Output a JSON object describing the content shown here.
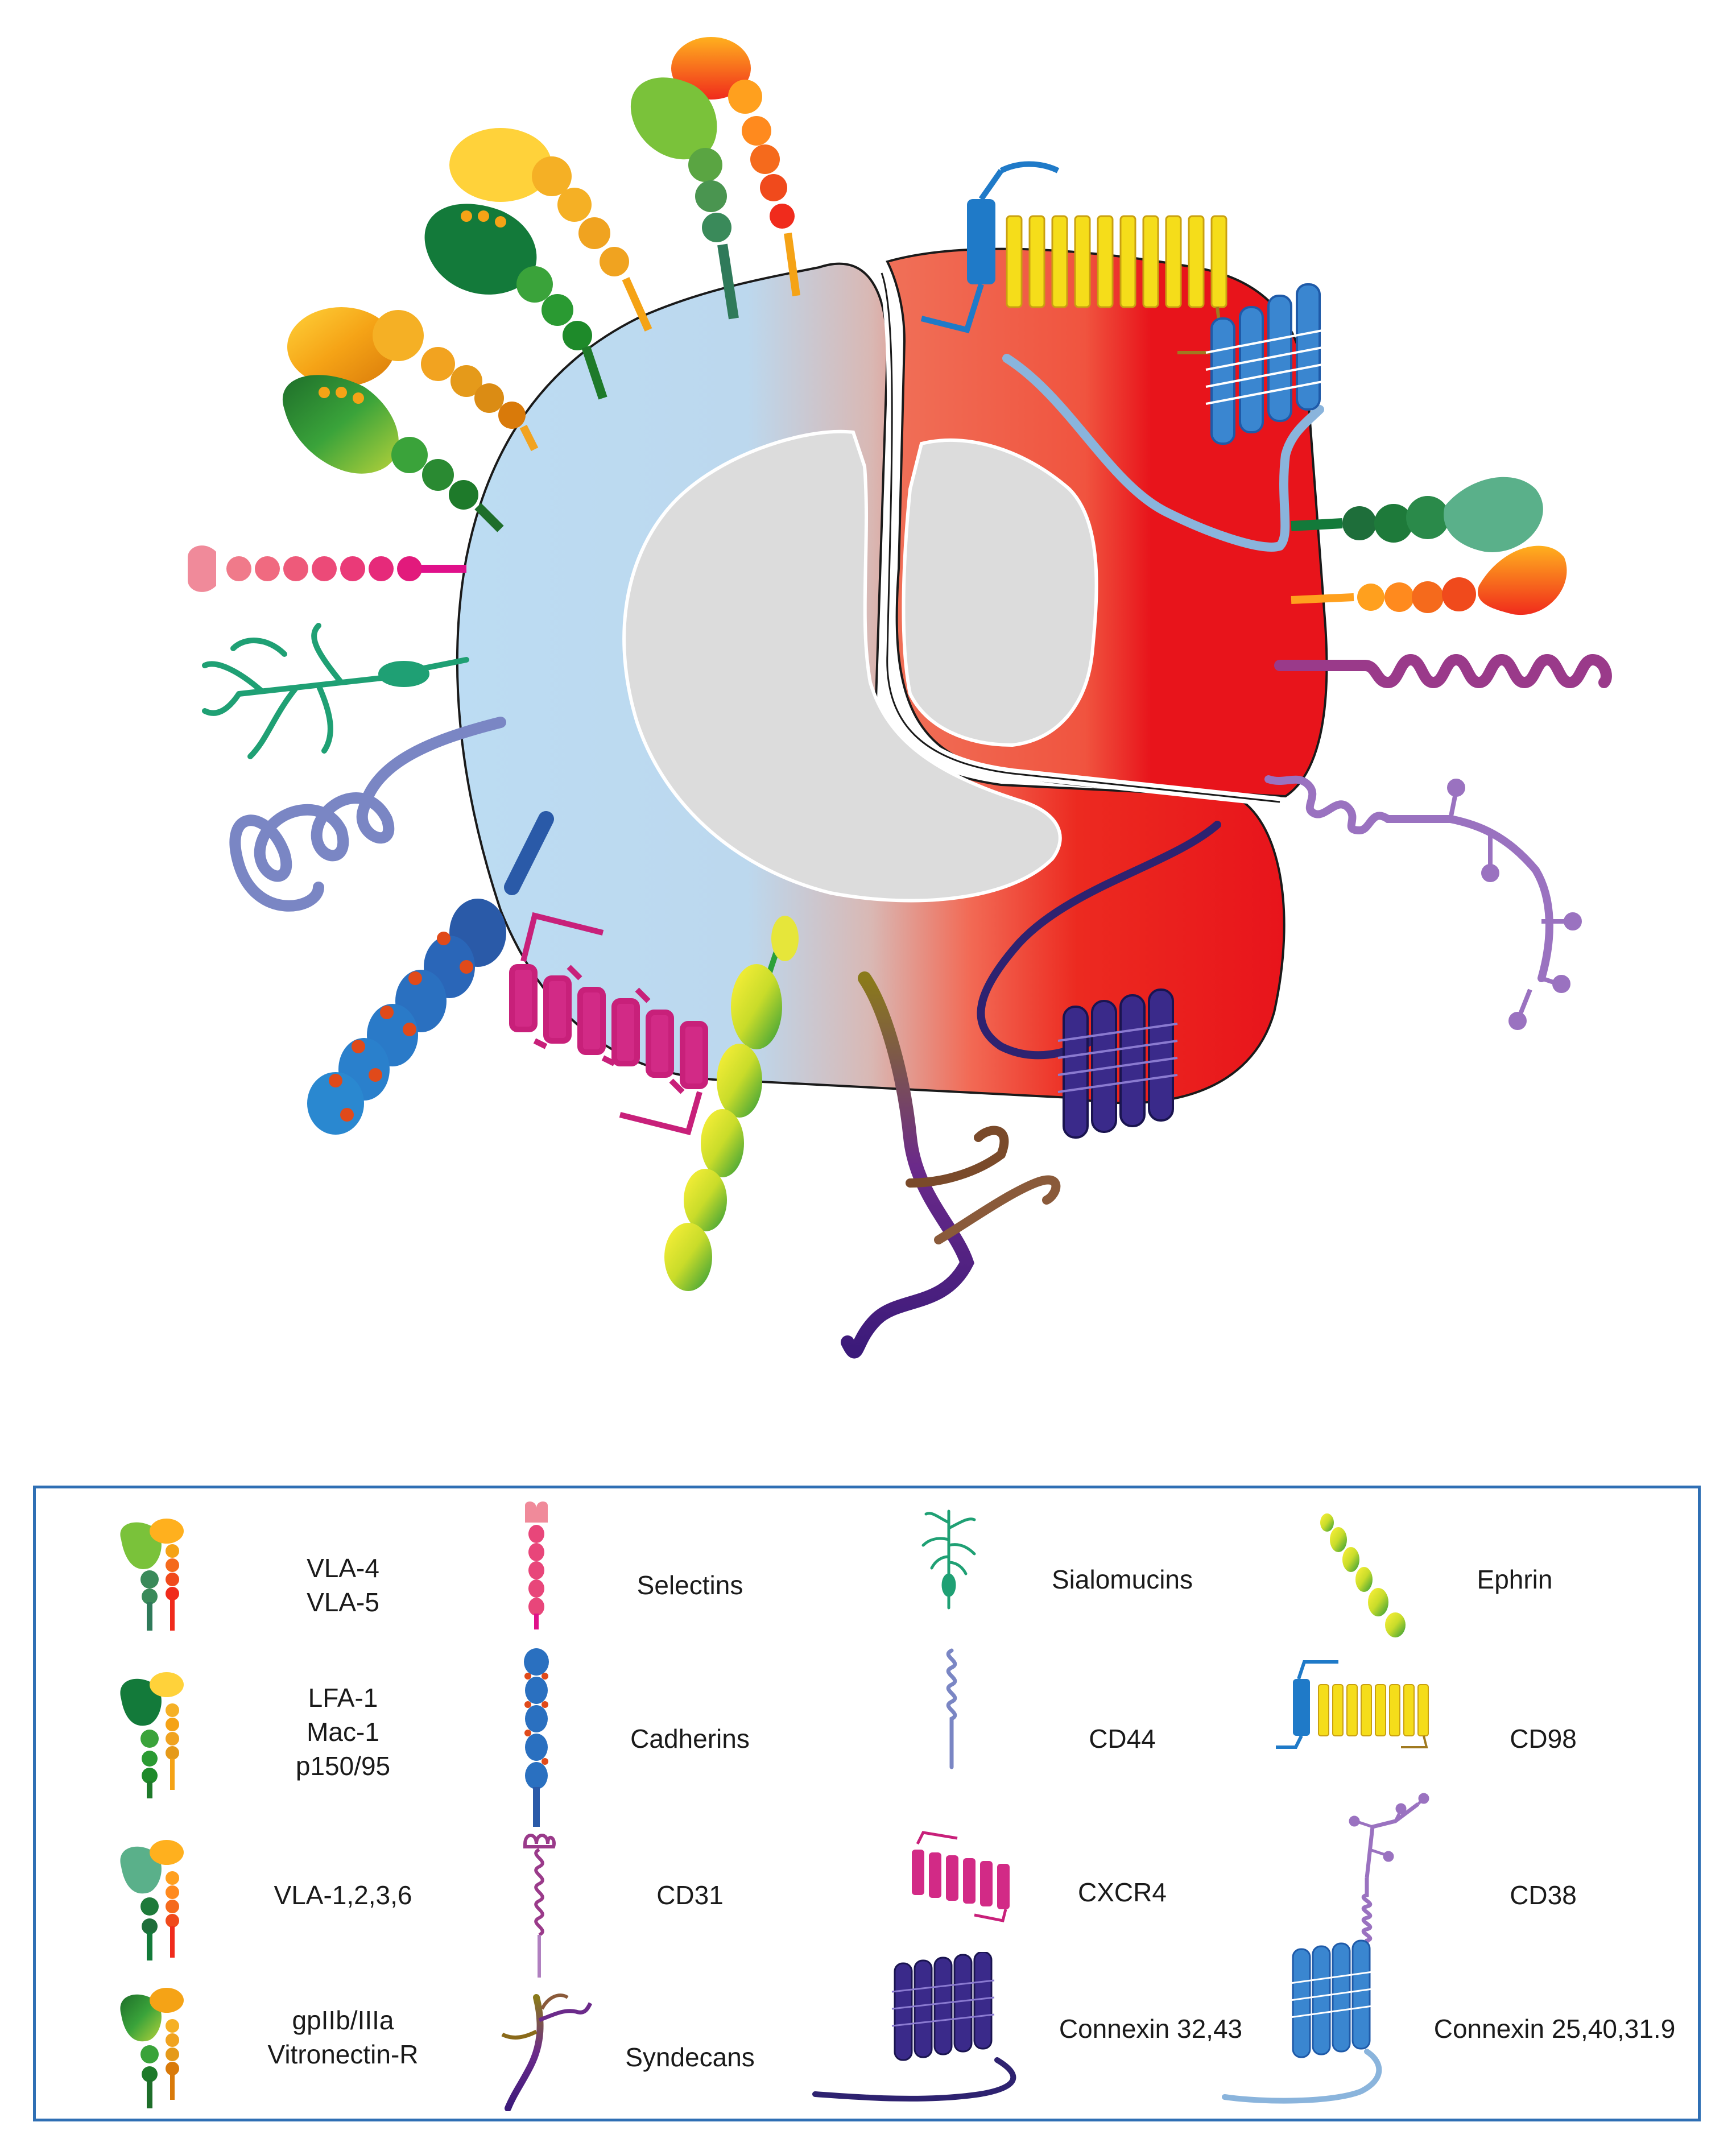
{
  "legend": {
    "items": [
      {
        "id": "vla45",
        "lines": [
          "VLA-4",
          "VLA-5"
        ]
      },
      {
        "id": "lfa",
        "lines": [
          "LFA-1",
          "Mac-1",
          "p150/95"
        ]
      },
      {
        "id": "vla1236",
        "lines": [
          "VLA-1,2,3,6"
        ]
      },
      {
        "id": "gpiib",
        "lines": [
          "gpIIb/IIIa",
          "Vitronectin-R"
        ]
      },
      {
        "id": "selectins",
        "lines": [
          "Selectins"
        ]
      },
      {
        "id": "cadherins",
        "lines": [
          "Cadherins"
        ]
      },
      {
        "id": "cd31",
        "lines": [
          "CD31"
        ]
      },
      {
        "id": "syndecans",
        "lines": [
          "Syndecans"
        ]
      },
      {
        "id": "sialomucins",
        "lines": [
          "Sialomucins"
        ]
      },
      {
        "id": "cd44",
        "lines": [
          "CD44"
        ]
      },
      {
        "id": "cxcr4",
        "lines": [
          "CXCR4"
        ]
      },
      {
        "id": "connexin3243",
        "lines": [
          "Connexin 32,43"
        ]
      },
      {
        "id": "ephrin",
        "lines": [
          "Ephrin"
        ]
      },
      {
        "id": "cd98",
        "lines": [
          "CD98"
        ]
      },
      {
        "id": "cd38",
        "lines": [
          "CD38"
        ]
      },
      {
        "id": "connexin25",
        "lines": [
          "Connexin 25,40,31.9"
        ]
      }
    ]
  },
  "colors": {
    "cell_left": "#bcdcf3",
    "cell_right": "#e8141b",
    "nucleus": "#dcdcdc",
    "legend_border": "#2f6fb4"
  }
}
